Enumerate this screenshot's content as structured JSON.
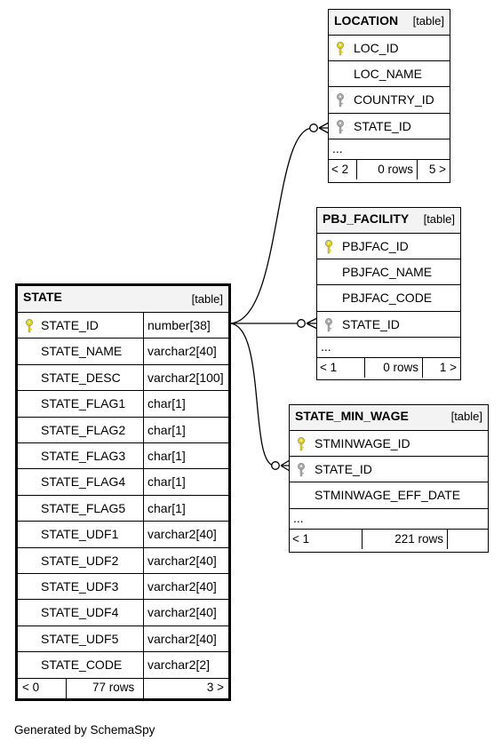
{
  "footer_text": "Generated by SchemaSpy",
  "colors": {
    "primary_key": "#e8d400",
    "foreign_key": "#a9a9a9",
    "header_bg": "#f3f3f3"
  },
  "tables": {
    "state": {
      "name": "STATE",
      "kind": "[table]",
      "columns": [
        {
          "name": "STATE_ID",
          "type": "number[38]",
          "key": "primary"
        },
        {
          "name": "STATE_NAME",
          "type": "varchar2[40]",
          "key": ""
        },
        {
          "name": "STATE_DESC",
          "type": "varchar2[100]",
          "key": ""
        },
        {
          "name": "STATE_FLAG1",
          "type": "char[1]",
          "key": ""
        },
        {
          "name": "STATE_FLAG2",
          "type": "char[1]",
          "key": ""
        },
        {
          "name": "STATE_FLAG3",
          "type": "char[1]",
          "key": ""
        },
        {
          "name": "STATE_FLAG4",
          "type": "char[1]",
          "key": ""
        },
        {
          "name": "STATE_FLAG5",
          "type": "char[1]",
          "key": ""
        },
        {
          "name": "STATE_UDF1",
          "type": "varchar2[40]",
          "key": ""
        },
        {
          "name": "STATE_UDF2",
          "type": "varchar2[40]",
          "key": ""
        },
        {
          "name": "STATE_UDF3",
          "type": "varchar2[40]",
          "key": ""
        },
        {
          "name": "STATE_UDF4",
          "type": "varchar2[40]",
          "key": ""
        },
        {
          "name": "STATE_UDF5",
          "type": "varchar2[40]",
          "key": ""
        },
        {
          "name": "STATE_CODE",
          "type": "varchar2[2]",
          "key": ""
        }
      ],
      "footer": {
        "parents": "< 0",
        "rows": "77 rows",
        "children": "3 >"
      }
    },
    "location": {
      "name": "LOCATION",
      "kind": "[table]",
      "columns": [
        {
          "name": "LOC_ID",
          "key": "primary"
        },
        {
          "name": "LOC_NAME",
          "key": ""
        },
        {
          "name": "COUNTRY_ID",
          "key": "foreign"
        },
        {
          "name": "STATE_ID",
          "key": "foreign"
        }
      ],
      "more": "...",
      "footer": {
        "parents": "< 2",
        "rows": "0 rows",
        "children": "5 >"
      }
    },
    "pbj_facility": {
      "name": "PBJ_FACILITY",
      "kind": "[table]",
      "columns": [
        {
          "name": "PBJFAC_ID",
          "key": "primary"
        },
        {
          "name": "PBJFAC_NAME",
          "key": ""
        },
        {
          "name": "PBJFAC_CODE",
          "key": ""
        },
        {
          "name": "STATE_ID",
          "key": "foreign"
        }
      ],
      "more": "...",
      "footer": {
        "parents": "< 1",
        "rows": "0 rows",
        "children": "1 >"
      }
    },
    "state_min_wage": {
      "name": "STATE_MIN_WAGE",
      "kind": "[table]",
      "columns": [
        {
          "name": "STMINWAGE_ID",
          "key": "primary"
        },
        {
          "name": "STATE_ID",
          "key": "foreign"
        },
        {
          "name": "STMINWAGE_EFF_DATE",
          "key": ""
        }
      ],
      "more": "...",
      "footer": {
        "parents": "< 1",
        "rows": "221 rows",
        "children": ""
      }
    }
  }
}
